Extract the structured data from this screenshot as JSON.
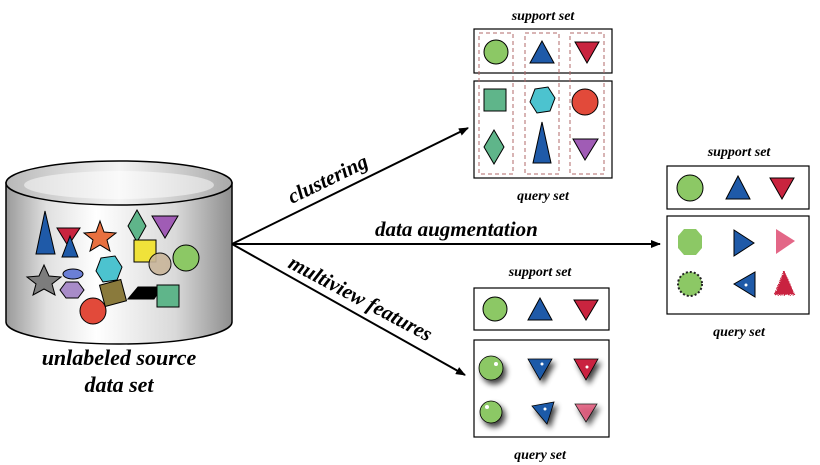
{
  "source": {
    "label_line1": "unlabeled source",
    "label_line2": "data set"
  },
  "arrows": {
    "clustering": "clustering",
    "augmentation": "data augmentation",
    "multiview": "multiview features"
  },
  "clustering_panel": {
    "support_label": "support set",
    "query_label": "query set"
  },
  "augmentation_panel": {
    "support_label": "support set",
    "query_label": "query set"
  },
  "multiview_panel": {
    "support_label": "support set",
    "query_label": "query set"
  },
  "colors": {
    "green": "#8cc865",
    "blue": "#1f5aa8",
    "red": "#c9243f",
    "teal": "#4cc3cf",
    "sea_green": "#5fb58a",
    "purple": "#a05cb5",
    "coral": "#e24a3a",
    "orange": "#e8703f",
    "yellow": "#f0e23a",
    "gray": "#7d7d7d",
    "olive": "#8a7a3c",
    "tan": "#c9b59a",
    "black": "#000000"
  }
}
